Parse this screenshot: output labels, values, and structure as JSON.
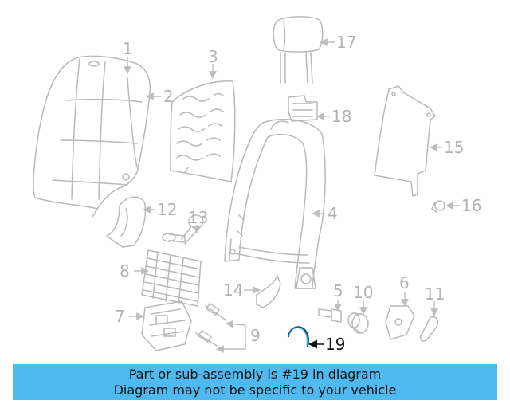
{
  "diagram": {
    "callouts": {
      "c1": "1",
      "c2": "2",
      "c3": "3",
      "c4": "4",
      "c5": "5",
      "c6": "6",
      "c7": "7",
      "c8": "8",
      "c9": "9",
      "c10": "10",
      "c11": "11",
      "c12": "12",
      "c13": "13",
      "c14": "14",
      "c15": "15",
      "c16": "16",
      "c17": "17",
      "c18": "18",
      "c19": "19"
    },
    "highlighted_part": "19"
  },
  "banner": {
    "line1": "Part or sub-assembly is #19 in diagram",
    "line2": "Diagram may not be specific to your vehicle"
  },
  "colors": {
    "banner_bg": "#4fbaf0",
    "part_outline": "#b9b9b9",
    "highlight_part": "#1e4a6e"
  }
}
